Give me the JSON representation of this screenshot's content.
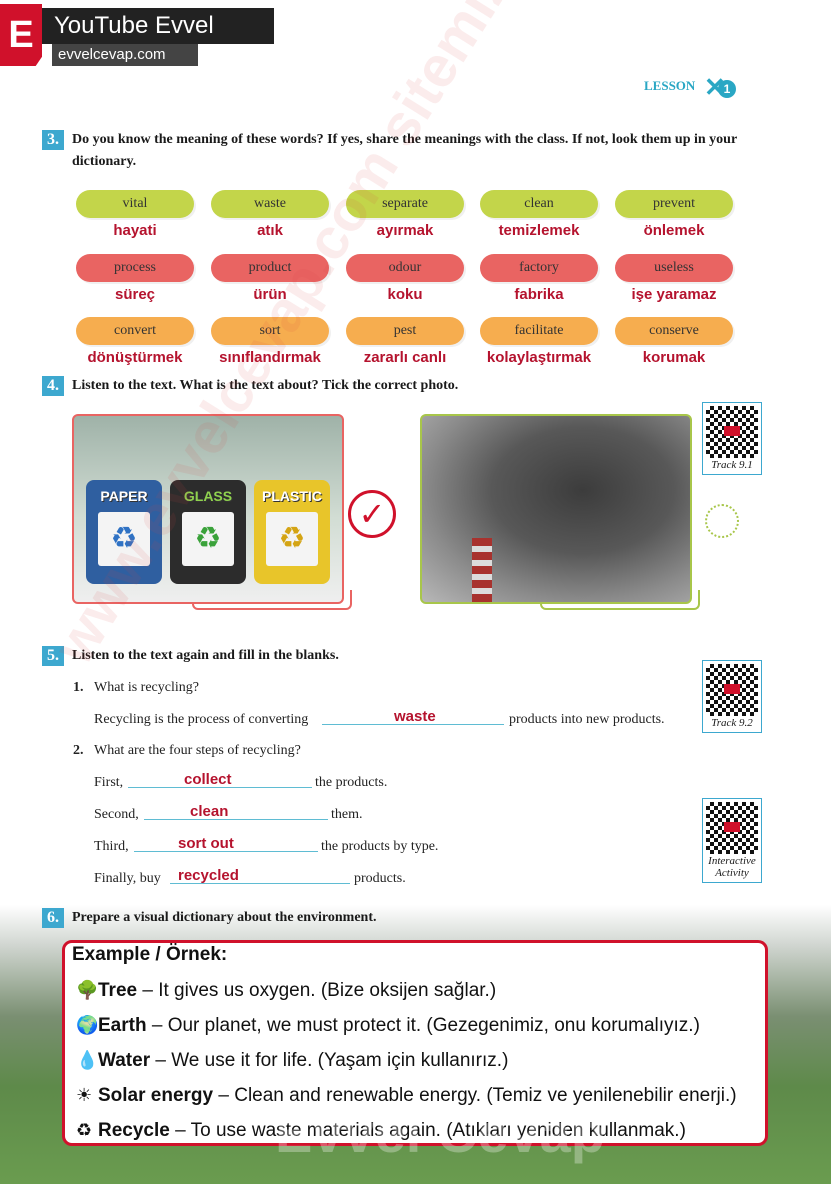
{
  "brand": {
    "letter": "E",
    "title": "YouTube Evvel Cevap",
    "url": "evvelcevap.com"
  },
  "lesson": {
    "label": "LESSON",
    "number": "1"
  },
  "q3": {
    "number": "3.",
    "text": "Do you know the meaning of these words? If yes, share the meanings with the class. If not, look them up in your dictionary.",
    "rows": [
      {
        "color": "green",
        "words": [
          "vital",
          "waste",
          "separate",
          "clean",
          "prevent"
        ],
        "translations": [
          "hayati",
          "atık",
          "ayırmak",
          "temizlemek",
          "önlemek"
        ]
      },
      {
        "color": "red",
        "words": [
          "process",
          "product",
          "odour",
          "factory",
          "useless"
        ],
        "translations": [
          "süreç",
          "ürün",
          "koku",
          "fabrika",
          "işe yaramaz"
        ]
      },
      {
        "color": "orange",
        "words": [
          "convert",
          "sort",
          "pest",
          "facilitate",
          "conserve"
        ],
        "translations": [
          "dönüştürmek",
          "sınıflandırmak",
          "zararlı canlı",
          "kolaylaştırmak",
          "korumak"
        ]
      }
    ]
  },
  "q4": {
    "number": "4.",
    "text": "Listen to the text. What is the text about? Tick the correct photo.",
    "bins": [
      "PAPER",
      "GLASS",
      "PLASTIC"
    ],
    "check_mark": "✓",
    "track": "Track 9.1"
  },
  "q5": {
    "number": "5.",
    "text": "Listen to the text again and fill in the blanks.",
    "item1": {
      "num": "1.",
      "question": "What is recycling?",
      "before": "Recycling is the process of converting",
      "answer": "waste",
      "after": "products into new products."
    },
    "item2": {
      "num": "2.",
      "question": "What are the four steps of recycling?"
    },
    "steps": [
      {
        "before": "First,",
        "answer": "collect",
        "after": "the products."
      },
      {
        "before": "Second,",
        "answer": "clean",
        "after": "them."
      },
      {
        "before": "Third,",
        "answer": "sort out",
        "after": "the products by type."
      },
      {
        "before": "Finally, buy",
        "answer": "recycled",
        "after": "products."
      }
    ],
    "track": "Track 9.2",
    "interactive": "Interactive Activity"
  },
  "q6": {
    "number": "6.",
    "text": "Prepare a visual dictionary about the environment.",
    "example_title": "Example / Örnek:",
    "items": [
      {
        "icon": "tree-icon",
        "glyph": "🌳",
        "term": "Tree",
        "desc": " – It gives us oxygen. (Bize oksijen sağlar.)"
      },
      {
        "icon": "earth-icon",
        "glyph": "🌍",
        "term": "Earth",
        "desc": " – Our planet, we must protect it. (Gezegenimiz, onu korumalıyız.)"
      },
      {
        "icon": "water-drop-icon",
        "glyph": "💧",
        "term": "Water",
        "desc": " – We use it for life. (Yaşam için kullanırız.)"
      },
      {
        "icon": "sun-icon",
        "glyph": "☀",
        "term": "Solar energy",
        "desc": " – Clean and renewable energy. (Temiz ve yenilenebilir enerji.)"
      },
      {
        "icon": "recycle-icon",
        "glyph": "♻",
        "term": "Recycle",
        "desc": " – To use waste materials again. (Atıkları yeniden kullanmak.)"
      }
    ]
  },
  "watermark": {
    "diagonal": "www.evvelcevap.com sitemizi ziyaret ediniz",
    "footer": "Evvel Cevap"
  }
}
